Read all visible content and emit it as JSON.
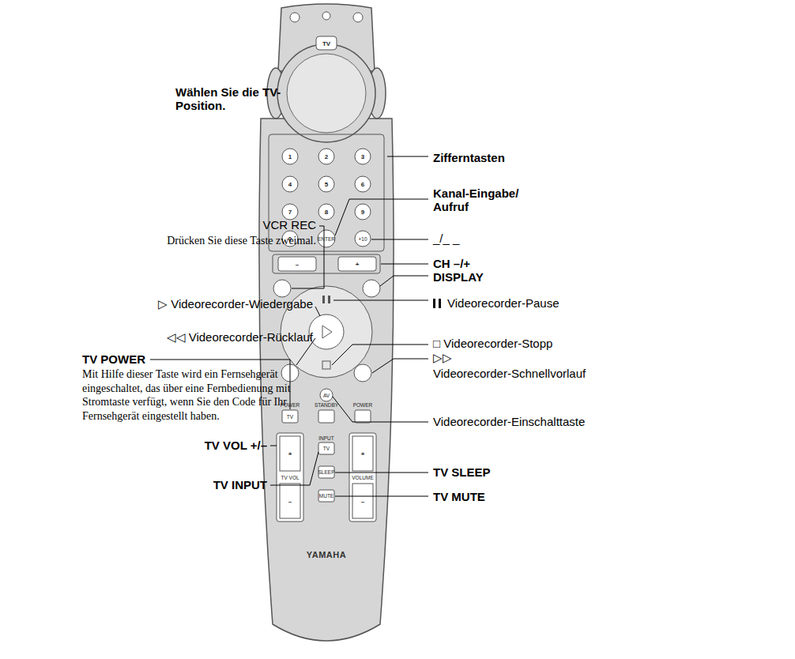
{
  "diagram": {
    "labels": [
      "Wählen Sie die TV-Position.",
      "Zifferntasten",
      "VCR REC",
      "Drücken Sie diese Taste zweimal.",
      "Kanal-Eingabe/ Aufruf",
      "_/_ _",
      "CH –/+",
      "DISPLAY",
      "▷ Videorecorder-Wiedergabe",
      "Videorecorder-Pause",
      "□ Videorecorder-Stopp",
      "◁◁ Videorecorder-Rücklauf",
      "▷▷",
      "Videorecorder-Schnellvorlauf",
      "TV POWER",
      "Mit Hilfe dieser Taste wird ein Fernsehgerät eingeschaltet, das über eine Fernbedienung mit Stromtaste verfügt, wenn Sie den Code für Ihr Fernsehgerät eingestellt haben.",
      "Videorecorder-Einschalttaste",
      "TV VOL +/–",
      "TV SLEEP",
      "TV INPUT",
      "TV MUTE",
      "TV",
      "1",
      "2",
      "3",
      "4",
      "5",
      "6",
      "7",
      "8",
      "9",
      "0",
      "ENTER",
      "+10",
      "–",
      "+",
      "AV",
      "POWER",
      "STANDBY",
      "POWER",
      "TV",
      "INPUT",
      "TV",
      "SLEEP",
      "MUTE",
      "+",
      "–",
      "TV VOL",
      "+",
      "–",
      "VOLUME",
      "YAMAHA"
    ]
  }
}
